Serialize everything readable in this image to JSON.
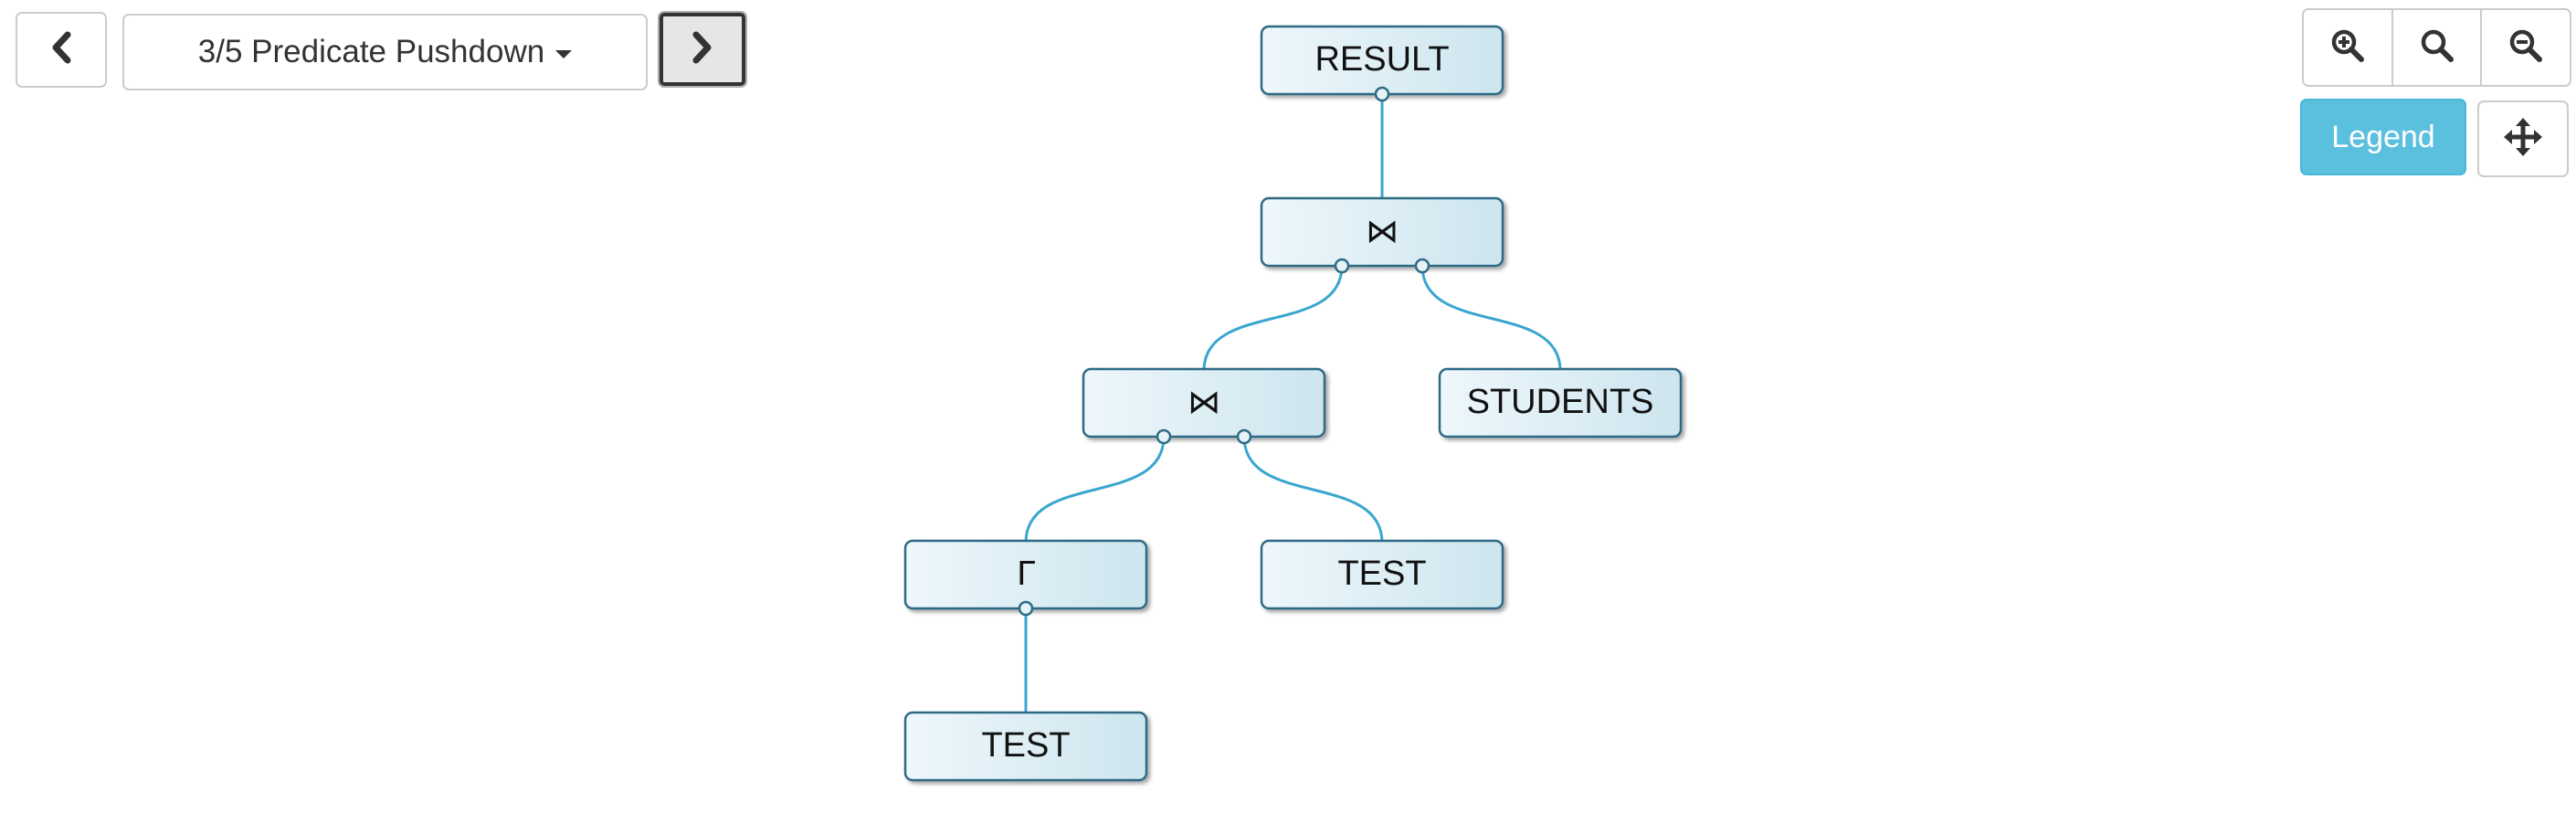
{
  "toolbar": {
    "prev_icon": "chevron-left-icon",
    "step_label": "3/5 Predicate Pushdown",
    "next_icon": "chevron-right-icon",
    "zoom_in_icon": "zoom-in-icon",
    "zoom_reset_icon": "search-icon",
    "zoom_out_icon": "zoom-out-icon",
    "legend_label": "Legend",
    "move_icon": "move-arrows-icon"
  },
  "colors": {
    "accent": "#5bc0de",
    "edge": "#3aa6cf",
    "node_border": "#2e6b85",
    "node_fill_light": "#eef7fc",
    "node_fill_dark": "#cde5ee"
  },
  "tree": {
    "nodes": [
      {
        "id": "result",
        "label": "RESULT"
      },
      {
        "id": "join1",
        "label": "⋈"
      },
      {
        "id": "join2",
        "label": "⋈"
      },
      {
        "id": "students",
        "label": "STUDENTS"
      },
      {
        "id": "gamma",
        "label": "Γ"
      },
      {
        "id": "test1",
        "label": "TEST"
      },
      {
        "id": "test2",
        "label": "TEST"
      }
    ],
    "edges": [
      {
        "from": "result",
        "to": "join1"
      },
      {
        "from": "join1",
        "to": "join2"
      },
      {
        "from": "join1",
        "to": "students"
      },
      {
        "from": "join2",
        "to": "gamma"
      },
      {
        "from": "join2",
        "to": "test1"
      },
      {
        "from": "gamma",
        "to": "test2"
      }
    ]
  }
}
